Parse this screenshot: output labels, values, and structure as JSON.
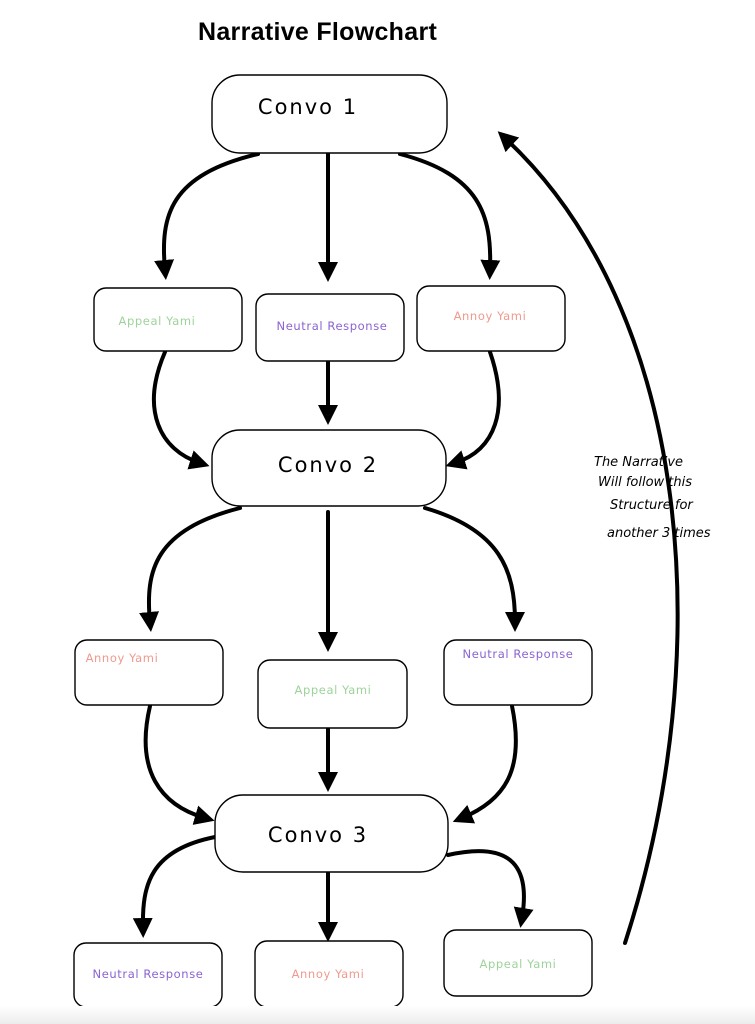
{
  "title": "Narrative Flowchart",
  "colors": {
    "appeal": "#9dd39a",
    "neutral": "#8a63d2",
    "annoy": "#ee9a8e",
    "ink": "#000000"
  },
  "convos": [
    {
      "id": "convo1",
      "label": "Convo 1"
    },
    {
      "id": "convo2",
      "label": "Convo 2"
    },
    {
      "id": "convo3",
      "label": "Convo 3"
    }
  ],
  "responses": {
    "row1": [
      {
        "label": "Appeal Yami",
        "kind": "appeal"
      },
      {
        "label": "Neutral Response",
        "kind": "neutral"
      },
      {
        "label": "Annoy Yami",
        "kind": "annoy"
      }
    ],
    "row2": [
      {
        "label": "Annoy Yami",
        "kind": "annoy"
      },
      {
        "label": "Appeal Yami",
        "kind": "appeal"
      },
      {
        "label": "Neutral Response",
        "kind": "neutral"
      }
    ],
    "row3": [
      {
        "label": "Neutral Response",
        "kind": "neutral"
      },
      {
        "label": "Annoy Yami",
        "kind": "annoy"
      },
      {
        "label": "Appeal Yami",
        "kind": "appeal"
      }
    ]
  },
  "note": {
    "lines": [
      "The Narrative",
      "Will follow this",
      "Structure for",
      "another 3 times"
    ]
  }
}
